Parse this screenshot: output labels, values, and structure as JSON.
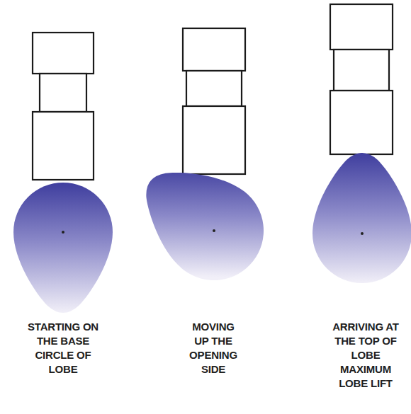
{
  "diagram": {
    "labels": [
      "STARTING ON THE BASE CIRCLE OF LOBE",
      "MOVING UP THE OPENING SIDE",
      "ARRIVING AT THE TOP OF LOBE MAXIMUM LOBE LIFT"
    ]
  }
}
